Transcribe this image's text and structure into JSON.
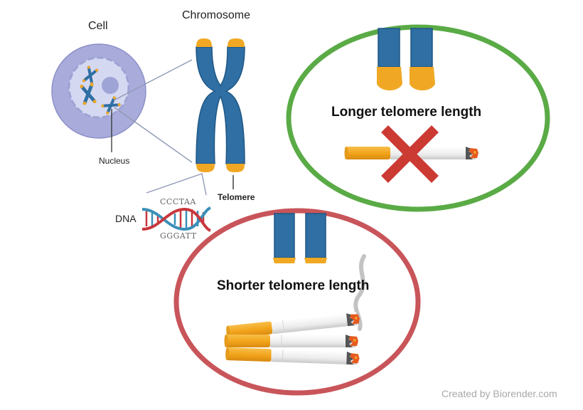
{
  "diagram": {
    "labels": {
      "cell": "Cell",
      "chromosome": "Chromosome",
      "nucleus": "Nucleus",
      "telomere": "Telomere",
      "dna": "DNA"
    },
    "dna_sequence": {
      "top_strand": "CCCTAA",
      "bottom_strand": "GGGATT"
    },
    "panels": [
      {
        "id": "non-smoker",
        "heading": "Longer telomere length",
        "border_color": "#5aab46",
        "cigarettes": 1,
        "crossed_out": true
      },
      {
        "id": "smoker",
        "heading": "Shorter telomere length",
        "border_color": "#c8555a",
        "cigarettes": 3,
        "crossed_out": false
      }
    ],
    "colors": {
      "chromosome_blue": "#2f6fa3",
      "chromosome_dark": "#1f5785",
      "telomere_orange": "#f0a824",
      "cell_outer": "#a9acdb",
      "cell_inner": "#d5d8f1",
      "cross_red": "#cc3a34",
      "dna_red": "#c9363d",
      "dna_blue": "#3a8fb8"
    },
    "credit": "Created by Biorender.com"
  }
}
